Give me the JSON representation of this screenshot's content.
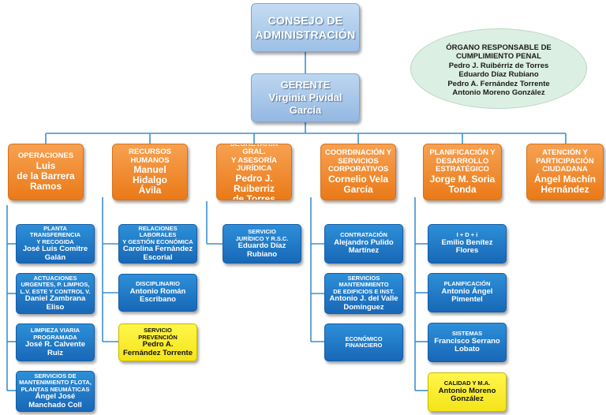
{
  "board": {
    "line1": "CONSEJO DE",
    "line2": "ADMINISTRACIÓN"
  },
  "manager": {
    "title": "GERENTE",
    "name": "Virginia Pividal García"
  },
  "compliance": {
    "title1": "ÓRGANO RESPONSABLE DE",
    "title2": "CUMPLIMIENTO PENAL",
    "members": [
      "Pedro J. Ruibérriz de Torres",
      "Eduardo Díaz Rubiano",
      "Pedro A. Fernández Torrente",
      "Antonio Moreno González"
    ]
  },
  "departments": [
    {
      "title": [
        "OPERACIONES"
      ],
      "name": [
        "Luis",
        "de la Barrera",
        "Ramos"
      ]
    },
    {
      "title": [
        "RECURSOS",
        "HUMANOS"
      ],
      "name": [
        "Manuel Hidalgo",
        "Ávila"
      ]
    },
    {
      "title": [
        "SECRETARÍA GRAL.",
        "Y ASESORÍA",
        "JURÍDICA"
      ],
      "name": [
        "Pedro J.",
        "Ruiberriz",
        "de Torres"
      ]
    },
    {
      "title": [
        "COORDINACIÓN Y",
        "SERVICIOS",
        "CORPORATIVOS"
      ],
      "name": [
        "Cornelio Vela",
        "García"
      ]
    },
    {
      "title": [
        "PLANIFICACIÓN Y",
        "DESARROLLO",
        "ESTRATÉGICO"
      ],
      "name": [
        "Jorge M. Soria",
        "Tonda"
      ]
    },
    {
      "title": [
        "ATENCIÓN Y",
        "PARTICIPACIÓN",
        "CIUDADANA"
      ],
      "name": [
        "Ángel Machín",
        "Hernández"
      ]
    }
  ],
  "units": {
    "operaciones": [
      {
        "title": [
          "PLANTA",
          "TRANSFERENCIA",
          "Y RECOGIDA"
        ],
        "name": [
          "José Luis Comitre",
          "Galán"
        ]
      },
      {
        "title": [
          "ACTUACIONES",
          "URGENTES, P. LIMPIOS,",
          "L.V. ESTE Y CONTROL V."
        ],
        "name": [
          "Daniel Zambrana",
          "Eliso"
        ]
      },
      {
        "title": [
          "LIMPIEZA VIARIA",
          "PROGRAMADA"
        ],
        "name": [
          "José R. Calvente",
          "Ruiz"
        ]
      },
      {
        "title": [
          "SERVICIOS DE",
          "MANTENIMIENTO FLOTA,",
          "PLANTAS NEUMÁTICAS"
        ],
        "name": [
          "Ángel José",
          "Manchado Coll"
        ]
      }
    ],
    "rrhh": [
      {
        "title": [
          "RELACIONES",
          "LABORALES",
          "Y GESTIÓN ECONÓMICA"
        ],
        "name": [
          "Carolina Fernández",
          "Escorial"
        ]
      },
      {
        "title": [
          "DISCIPLINARIO"
        ],
        "name": [
          "Antonio Román",
          "Escribano"
        ]
      },
      {
        "title": [
          "SERVICIO",
          "PREVENCIÓN"
        ],
        "name": [
          "Pedro A.",
          "Fernández Torrente"
        ]
      }
    ],
    "secretaria": [
      {
        "title": [
          "SERVICIO",
          "JURÍDICO Y R.S.C."
        ],
        "name": [
          "Eduardo Díaz",
          "Rubiano"
        ]
      }
    ],
    "coordinacion": [
      {
        "title": [
          "CONTRATACIÓN"
        ],
        "name": [
          "Alejandro Pulido",
          "Martínez"
        ]
      },
      {
        "title": [
          "SERVICIOS",
          "MANTENIMIENTO",
          "DE EDIFICIOS E INST."
        ],
        "name": [
          "Antonio J. del Valle",
          "Domínguez"
        ]
      },
      {
        "title": [],
        "name": [
          "ECONÓMICO",
          "FINANCIERO"
        ]
      }
    ],
    "planificacion": [
      {
        "title": [
          "I + D + i"
        ],
        "name": [
          "Emilio Benítez",
          "Flores"
        ]
      },
      {
        "title": [
          "PLANIFICACIÓN"
        ],
        "name": [
          "Antonio Ángel",
          "Pimentel"
        ]
      },
      {
        "title": [
          "SISTEMAS"
        ],
        "name": [
          "Francisco Serrano",
          "Lobato"
        ]
      },
      {
        "title": [
          "CALIDAD Y M.A."
        ],
        "name": [
          "Antonio Moreno",
          "González"
        ]
      }
    ]
  },
  "colors": {
    "board": "#a8c8ea",
    "department": "#f08a2a",
    "unit": "#1f76c4",
    "highlight": "#fbee2e",
    "compliance": "#dcefe3",
    "connector": "#3c8fd0"
  }
}
